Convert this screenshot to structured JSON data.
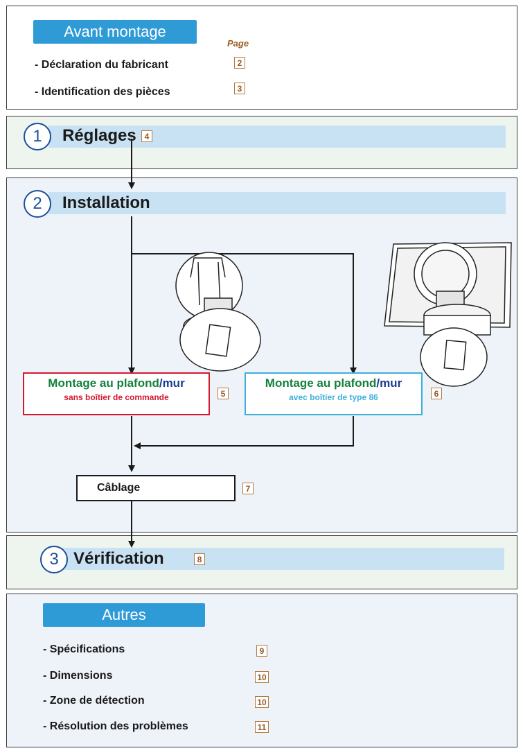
{
  "avant": {
    "title": "Avant montage",
    "page_label": "Page",
    "items": [
      {
        "label": "- Déclaration du fabricant",
        "page": "2"
      },
      {
        "label": "- Identification des pièces",
        "page": "3"
      }
    ]
  },
  "steps": [
    {
      "number": "1",
      "title": "Réglages",
      "page": "4"
    },
    {
      "number": "2",
      "title": "Installation"
    },
    {
      "number": "3",
      "title": "Vérification",
      "page": "8"
    }
  ],
  "install": {
    "left_box": {
      "title_a": "Montage au plafond",
      "title_b": "/mur",
      "subtitle": "sans boîtier de commande",
      "page": "5"
    },
    "right_box": {
      "title_a": "Montage au plafond",
      "title_b": "/mur",
      "subtitle": "avec boîtier de type 86",
      "page": "6"
    },
    "wiring": {
      "label": "Câblage",
      "page": "7"
    }
  },
  "autres": {
    "title": "Autres",
    "items": [
      {
        "label": "- Spécifications",
        "page": "9"
      },
      {
        "label": "- Dimensions",
        "page": "10"
      },
      {
        "label": "- Zone de détection",
        "page": "10"
      },
      {
        "label": "- Résolution des problèmes",
        "page": "11"
      }
    ]
  },
  "colors": {
    "pill": "#2e9ad6",
    "bar": "#c8e2f4",
    "circle": "#1b4f9c",
    "page_box": "#b47a3e",
    "red_box": "#d4182d",
    "blue_box": "#3db0dc",
    "green_text": "#12813a",
    "navy_text": "#1c3c91",
    "panel_green_tint": "#eef5ee",
    "panel_blue_tint": "#eef3fa"
  }
}
